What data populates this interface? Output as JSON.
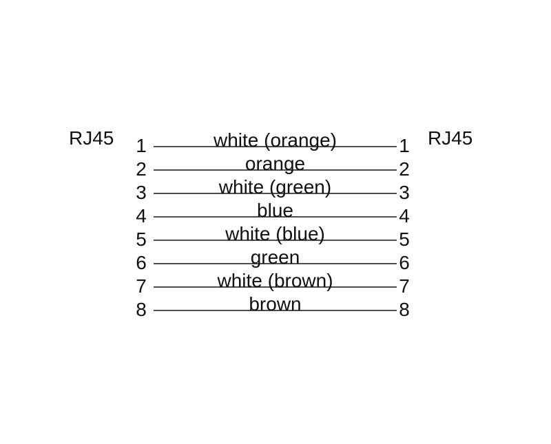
{
  "diagram": {
    "left_connector": "RJ45",
    "right_connector": "RJ45",
    "wires": [
      {
        "left_pin": "1",
        "label": "white (orange)",
        "right_pin": "1"
      },
      {
        "left_pin": "2",
        "label": "orange",
        "right_pin": "2"
      },
      {
        "left_pin": "3",
        "label": "white (green)",
        "right_pin": "3"
      },
      {
        "left_pin": "4",
        "label": "blue",
        "right_pin": "4"
      },
      {
        "left_pin": "5",
        "label": "white (blue)",
        "right_pin": "5"
      },
      {
        "left_pin": "6",
        "label": "green",
        "right_pin": "6"
      },
      {
        "left_pin": "7",
        "label": "white (brown)",
        "right_pin": "7"
      },
      {
        "left_pin": "8",
        "label": "brown",
        "right_pin": "8"
      }
    ]
  },
  "colors": {
    "text": "#111111",
    "wire_line": "#4d4d4d",
    "background": "#ffffff"
  }
}
